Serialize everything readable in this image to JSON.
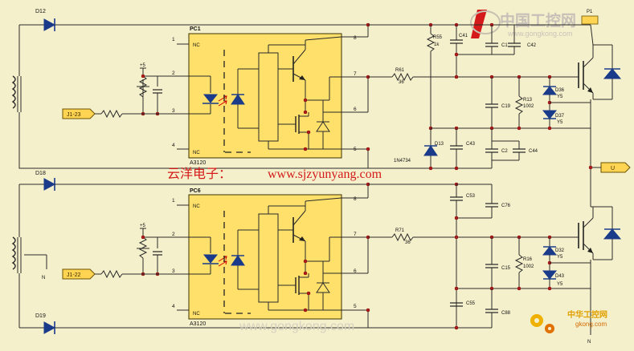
{
  "watermark": {
    "top_cn": "中国工控网",
    "top_url": "www.gongkong.com",
    "red_cn": "云洋电子：",
    "red_url": "www.sjzyunyang.com",
    "bottom_url": "www.gongkong.com",
    "corner_cn": "中华工控网",
    "corner_url": "gkong.com"
  },
  "upper": {
    "chip_ref": "PC1",
    "chip_part": "A3120",
    "diode_in": "D12",
    "connector": "J1-23",
    "supply": "+5",
    "pins": [
      "1",
      "2",
      "3",
      "4",
      "5",
      "6",
      "7",
      "8"
    ],
    "nc_top": "NC",
    "nc_bottom": "NC",
    "r_gate": "R61",
    "r_gate_val": "36",
    "r_55": "R55",
    "r_55_val": "1k",
    "c41": "C41",
    "c1": "C1",
    "c42": "C42",
    "c19": "C19",
    "r13": "R13",
    "r13_val": "1002",
    "d36": "D36",
    "d36_val": "Y5",
    "d37": "D37",
    "d37_val": "Y5",
    "d13": "D13",
    "d13_part": "1N4734",
    "c43": "C43",
    "c2": "C2",
    "c44": "C44",
    "p1": "P1"
  },
  "lower": {
    "chip_ref": "PC6",
    "chip_part": "A3120",
    "diode_in": "D18",
    "diode_out": "D19",
    "connector": "J1-22",
    "supply": "+5",
    "pins": [
      "1",
      "2",
      "3",
      "4",
      "5",
      "6",
      "7",
      "8"
    ],
    "nc_top": "NC",
    "nc_bottom": "NC",
    "r_gate": "R71",
    "r_gate_val": "36",
    "c53": "C53",
    "c76": "C76",
    "c15": "C15",
    "r16": "R16",
    "r16_val": "1002",
    "d32": "D32",
    "d32_val": "Y5",
    "d43": "D43",
    "d43_val": "Y5",
    "c55": "C55",
    "c88": "C88",
    "n_label": "N",
    "n_label2": "N"
  },
  "output": {
    "u_label": "U"
  }
}
